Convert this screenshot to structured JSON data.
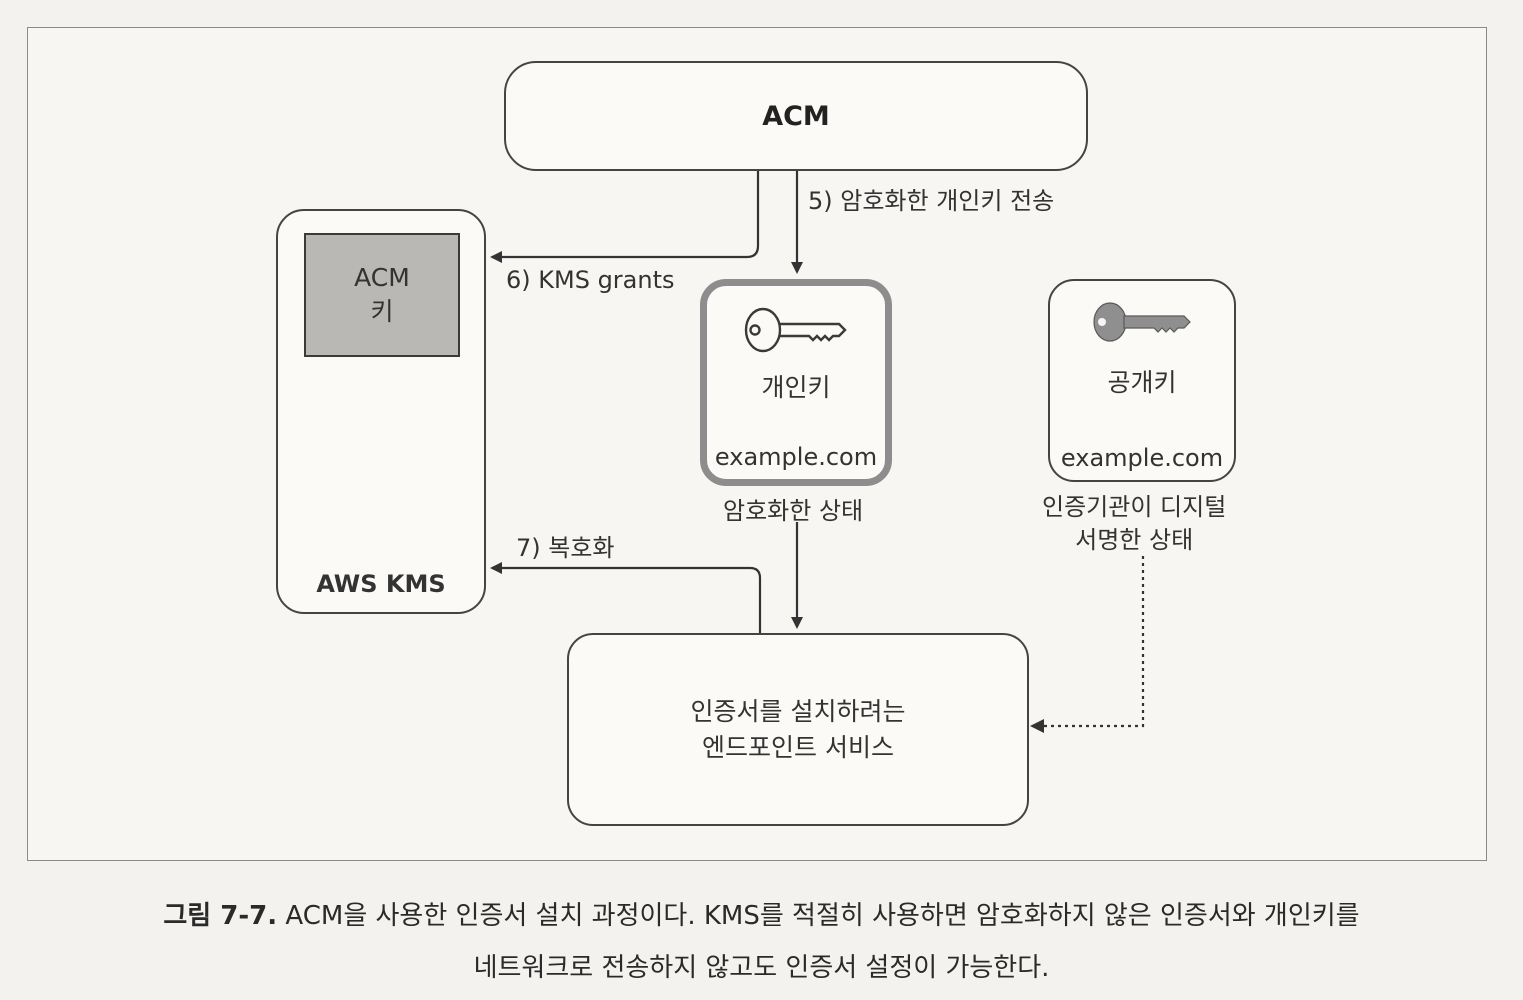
{
  "diagram": {
    "acm": "ACM",
    "acm_key": [
      "ACM",
      "키"
    ],
    "aws_kms": "AWS KMS",
    "private_key": {
      "title": "개인키",
      "domain": "example.com",
      "status": "암호화한 상태"
    },
    "public_key": {
      "title": "공개키",
      "domain": "example.com",
      "status": [
        "인증기관이 디지털",
        "서명한 상태"
      ]
    },
    "endpoint": [
      "인증서를 설치하려는",
      "엔드포인트 서비스"
    ],
    "steps": {
      "send_private_key": "5) 암호화한 개인키 전송",
      "kms_grants": "6) KMS grants",
      "decrypt": "7) 복호화"
    },
    "colors": {
      "acm_key_fill": "#b9b8b5",
      "private_key_border": "#8d8d8d",
      "public_key_icon": "#8f8f8f"
    },
    "icons": [
      "key-outline-icon",
      "key-filled-icon"
    ]
  },
  "caption": {
    "number": "그림 7-7.",
    "line1": "ACM을 사용한 인증서 설치 과정이다. KMS를 적절히 사용하면 암호화하지 않은 인증서와 개인키를",
    "line2": "네트워크로 전송하지 않고도 인증서 설정이 가능한다."
  }
}
